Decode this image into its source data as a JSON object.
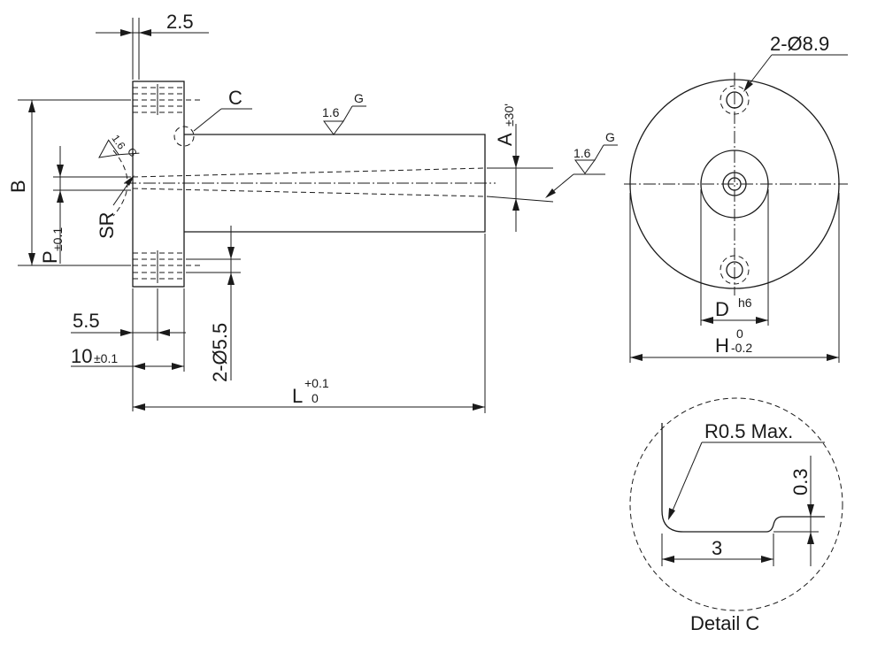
{
  "dims": {
    "d_2_5": "2.5",
    "c": "C",
    "b": "B",
    "p": "P",
    "p_tol": "±0.1",
    "sr": "SR",
    "a": "A",
    "a_tol": "±30'",
    "d_5_5": "5.5",
    "d_10": "10",
    "d_10_tol": "±0.1",
    "hole_small": "2-Ø5.5",
    "l": "L",
    "l_tol_upper": "+0.1",
    "l_tol_lower": "0",
    "hole_large": "2-Ø8.9",
    "d": "D",
    "d_fit": "h6",
    "h": "H",
    "h_tol_upper": "0",
    "h_tol_lower": "-0.2",
    "r_max": "R0.5 Max.",
    "d_0_3": "0.3",
    "d_3": "3",
    "detail_title": "Detail C"
  },
  "surface_finish": [
    {
      "value": "1.6",
      "suffix": "G"
    },
    {
      "value": "1.6",
      "suffix": "G"
    },
    {
      "value": "1.6",
      "suffix": "G"
    }
  ]
}
